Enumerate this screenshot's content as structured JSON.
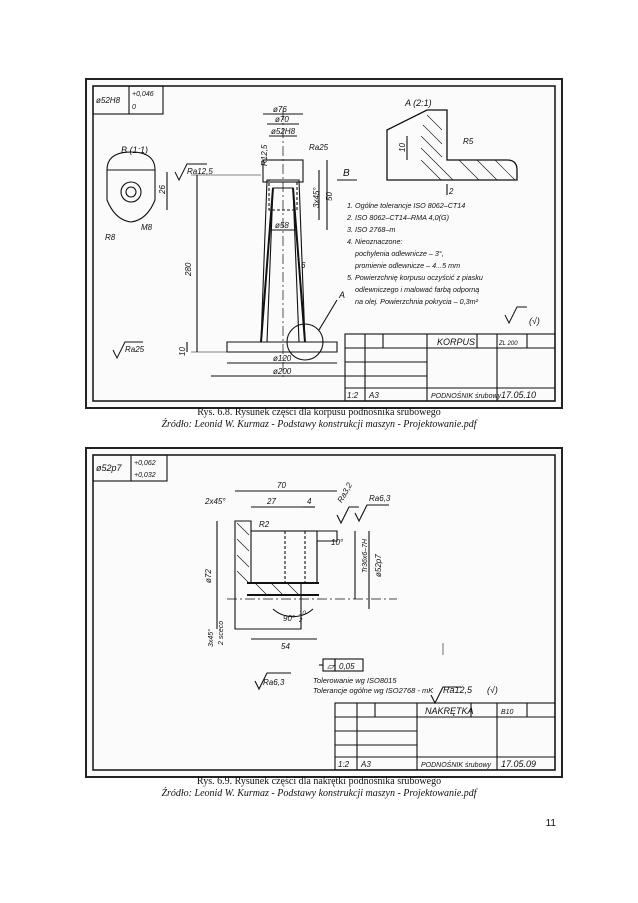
{
  "figure1": {
    "tolerance": {
      "fit": "ø52H8",
      "upper": "+0,046",
      "lower": "0"
    },
    "view_b_label": "B (1:1)",
    "view_a_label": "A (2:1)",
    "dims": {
      "d76": "ø76",
      "d70": "ø70",
      "d52h8": "ø52H8",
      "d58": "ø58",
      "d120": "ø120",
      "d200": "ø200",
      "ra125": "Ra12,5",
      "ra25": "Ra25",
      "ra25b": "Ra25",
      "h280": "280",
      "h10": "10",
      "h26": "26",
      "h50": "50",
      "c3x45": "3x45°",
      "w6": "6",
      "r8": "R8",
      "m8": "M8",
      "r5": "R5",
      "a_h10": "10",
      "a_w2": "2",
      "r125": "R12,5",
      "arrow_b": "B",
      "leader_a": "A"
    },
    "notes": [
      "1. Ogólne tolerancje ISO 8062–CT14",
      "2. ISO 8062–CT14–RMA 4,0(G)",
      "3. ISO 2768–m",
      "4. Nieoznaczone:",
      "pochylenia odlewnicze – 3°,",
      "promienie odlewnicze – 4...5 mm",
      "5. Powierzchnię korpusu oczyścić z piasku",
      "odlewniczego i malować farbą odporną",
      "na olej. Powierzchnia pokrycia – 0,3m²"
    ],
    "roughness_mark": "(√)",
    "title_block": {
      "part_name": "KORPUS",
      "material": "ZL 200",
      "scale": "1:2",
      "format": "A3",
      "assembly": "PODNOŚNIK śrubowy",
      "date": "17.05.10"
    }
  },
  "caption1": {
    "title": "Rys. 6.8. Rysunek części dla korpusu podnośnika śrubowego",
    "source": "Źródło: Leonid W. Kurmaz - Podstawy konstrukcji maszyn - Projektowanie.pdf"
  },
  "figure2": {
    "tolerance": {
      "fit": "ø52p7",
      "upper": "+0,062",
      "lower": "+0,032"
    },
    "dims": {
      "l70": "70",
      "l27": "27",
      "l4": "4",
      "c2x45": "2x45°",
      "r2": "R2",
      "ra32": "Ra3,2",
      "ra63": "Ra6,3",
      "d72": "ø72",
      "d52p7": "ø52p7",
      "tr": "Tr36x6–7H",
      "ang10": "10°",
      "c3x45": "3x45°",
      "c3x45b": "2 sceco",
      "l54": "54",
      "a90": "90°",
      "ra63b": "Ra6,3",
      "flat005": "0,05",
      "ten1": "10",
      "ten2": "2"
    },
    "notes": [
      "Tolerowanie wg ISO8015",
      "Tolerancje ogólne wg ISO2768 - mK"
    ],
    "roughness": "Ra12,5",
    "roughness_mark": "(√)",
    "title_block": {
      "part_name": "NAKRĘTKA",
      "material": "B10",
      "scale": "1:2",
      "format": "A3",
      "assembly": "PODNOŚNIK śrubowy",
      "date": "17.05.09"
    }
  },
  "caption2": {
    "title": "Rys. 6.9. Rysunek części dla nakrętki podnośnika śrubowego",
    "source": "Źródło: Leonid W. Kurmaz - Podstawy konstrukcji maszyn - Projektowanie.pdf"
  },
  "page_number": "11"
}
